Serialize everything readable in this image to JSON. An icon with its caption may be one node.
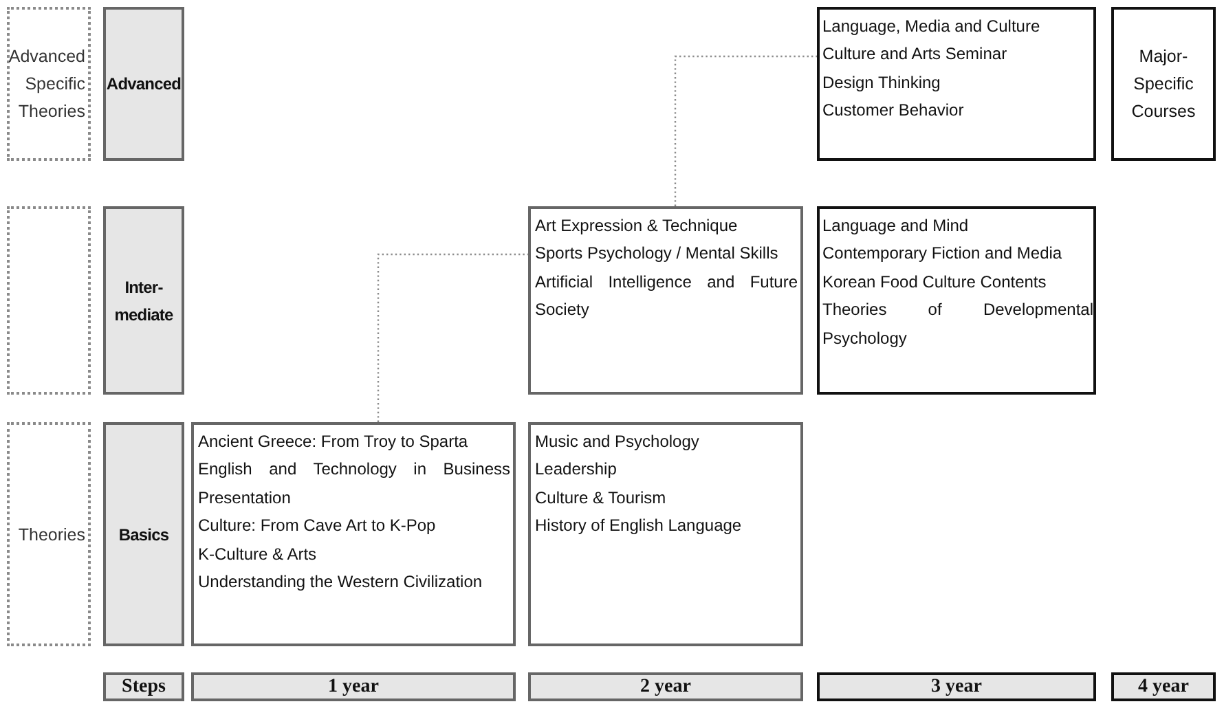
{
  "diagram": {
    "nodes": [
      {
        "text": [
          "Advanced Specific Theories"
        ]
      },
      {
        "text": [
          "Advanced"
        ]
      },
      {
        "text": [
          "Language, Media and Culture",
          "Culture and Arts Seminar",
          "Design Thinking",
          "Customer Behavior"
        ]
      },
      {
        "text": [
          "Major-Specific Courses"
        ]
      },
      {
        "text": [],
        "shape": "box"
      },
      {
        "text": [
          "Inter-mediate"
        ]
      },
      {
        "text": [
          "Art Expression & Technique",
          "Sports Psychology / Mental Skills",
          "Artificial Intelligence and Future Society"
        ]
      },
      {
        "text": [
          "Language and Mind",
          "Contemporary Fiction and Media",
          "Korean Food Culture Contents",
          "Theories of Developmental Psychology"
        ]
      },
      {
        "text": [
          "Theories"
        ]
      },
      {
        "text": [
          "Basics"
        ]
      },
      {
        "text": [
          "Ancient Greece: From Troy to Sparta",
          "English and Technology in Business Presentation",
          "Culture: From Cave Art to K-Pop",
          "K-Culture & Arts",
          "Understanding the Western Civilization"
        ]
      },
      {
        "text": [
          "Music and Psychology",
          "Leadership",
          "Culture & Tourism",
          "History of English Language"
        ]
      },
      {
        "text": [
          "Steps"
        ]
      },
      {
        "text": [
          "1 year"
        ]
      },
      {
        "text": [
          "2 year"
        ]
      },
      {
        "text": [
          "3 year"
        ]
      },
      {
        "text": [
          "4 year"
        ]
      }
    ],
    "edges": [
      {
        "from": 10,
        "to": 6,
        "arrow": "none",
        "style": "dashed"
      },
      {
        "from": 6,
        "to": 2,
        "arrow": "none",
        "style": "dashed"
      }
    ]
  }
}
